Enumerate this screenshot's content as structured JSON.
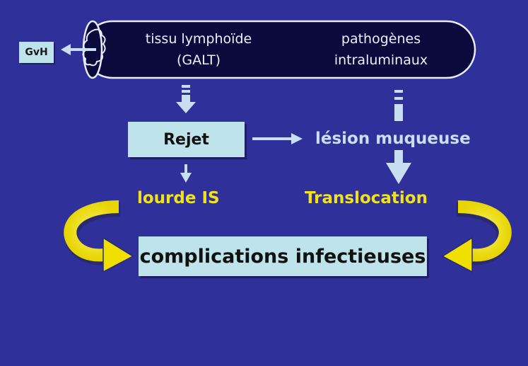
{
  "tube": {
    "left_line1": "tissu lymphoïde",
    "left_line2": "(GALT)",
    "right_line1": "pathogènes",
    "right_line2": "intraluminaux"
  },
  "gvh": "GvH",
  "rejet": "Rejet",
  "lesion": "lésion muqueuse",
  "lourde": "lourde IS",
  "translocation": "Translocation",
  "complications": "complications infectieuses",
  "colors": {
    "background": "#30309a",
    "box": "#bfe3ea",
    "tube": "#0a0a3c",
    "yellow": "#f2e21b",
    "arrow": "#c9def0"
  }
}
